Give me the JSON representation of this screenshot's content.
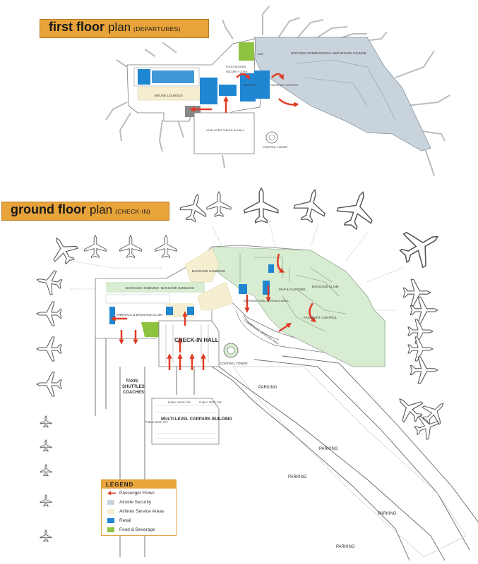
{
  "colors": {
    "banner": "#e8a33a",
    "airside": "#c9d3dc",
    "airlines": "#f6eed1",
    "retail": "#1f86d2",
    "food": "#8dc33f",
    "landside": "#d8ecd2",
    "arrow": "#e03b24"
  },
  "first_floor": {
    "title_bold": "first floor",
    "title_light": "plan",
    "title_sub": "(DEPARTURES)",
    "labels": {
      "existing_lounge": "EXISTING INTERNATIONAL DEPARTURE LOUNGE",
      "airline_lounges": "AIRLINE LOUNGES",
      "food_seating": "FOOD SEATING",
      "security_zone": "SECURITY ZONE",
      "central": "CENTRAL",
      "passport_control": "PASSPORT CONTROL",
      "void_checkin": "VOID OVER CHECK-IN HALL",
      "control_tower": "CONTROL TOWER",
      "bar": "BAR"
    }
  },
  "ground_floor": {
    "title_bold": "ground floor",
    "title_light": "plan",
    "title_sub": "(CHECK-IN)",
    "labels": {
      "baggage_handling_1": "BAGGAGE HANDLING",
      "baggage_handling_2": "BAGGAGE HANDLING",
      "baggage_handling_3": "BAGGAGE HANDLING",
      "arrivals_claim": "ARRIVALS & BAGGAGE CLAIM",
      "checkin_hall": "CHECK-IN HALL",
      "international_arrivals": "INTERNATIONAL ARRIVALS AREA",
      "baggage_claim": "BAGGAGE CLAIM",
      "map_customs": "MAP & CUSTOMS",
      "passport_control": "PASSPORT CONTROL",
      "commercial_vehicles": "COMMERCIAL VEHICLES ONLY",
      "control_tower": "CONTROL TOWER",
      "taxis": "TAXIS",
      "shuttles": "SHUTTLES",
      "coaches": "COACHES",
      "parking_1": "PARKING",
      "parking_2": "PARKING",
      "parking_3": "PARKING",
      "parking_4": "PARKING",
      "parking_5": "PARKING",
      "carpark": "MULTI-LEVEL CARPARK BUILDING",
      "public_dropoff_1": "PUBLIC DROP-OFF",
      "public_dropoff_2": "PUBLIC DROP-OFF",
      "public_dropoff_3": "PUBLIC DROP-OFF"
    }
  },
  "legend": {
    "title": "LEGEND",
    "items": [
      {
        "label": "Passenger Flows",
        "kind": "arrow"
      },
      {
        "label": "Airside Security",
        "kind": "airside"
      },
      {
        "label": "Airlines Service Areas",
        "kind": "airlines"
      },
      {
        "label": "Retail",
        "kind": "retail"
      },
      {
        "label": "Food & Beverage",
        "kind": "food"
      }
    ]
  }
}
